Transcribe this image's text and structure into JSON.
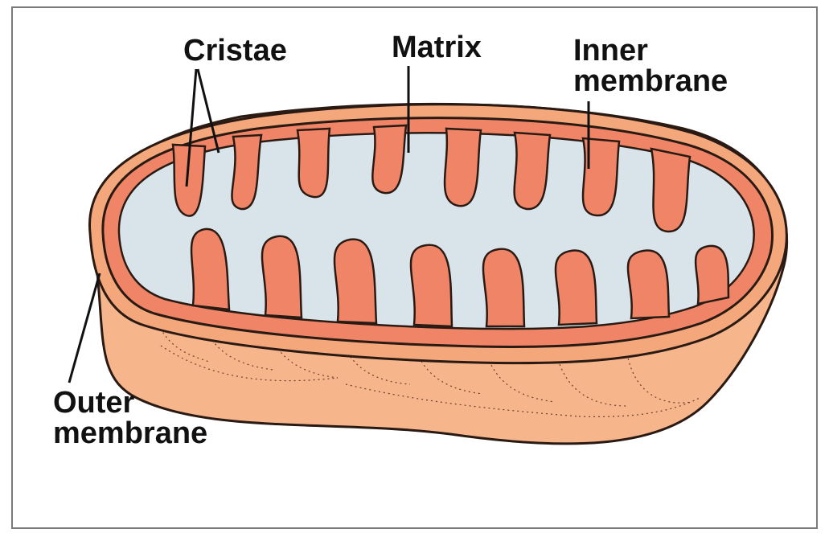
{
  "labels": {
    "cristae": "Cristae",
    "matrix": "Matrix",
    "inner_membrane": [
      "Inner",
      "membrane"
    ],
    "outer_membrane": [
      "Outer",
      "membrane"
    ]
  },
  "colors": {
    "outer_membrane": "#f4a77a",
    "intermembrane_space": "#ef8566",
    "matrix": "#d8e4ea",
    "outline": "#2a1a14",
    "frame": "#7a7a7a"
  },
  "icons": {
    "structure": "mitochondrion-cutaway"
  }
}
